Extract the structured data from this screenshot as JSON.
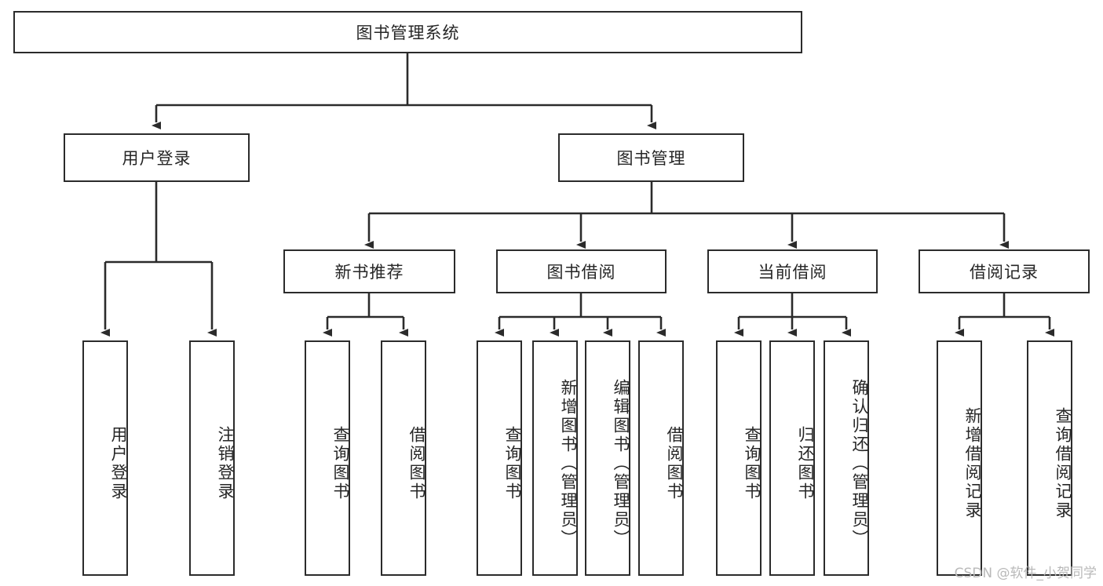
{
  "diagram": {
    "title": "图书管理系统",
    "type": "tree-hierarchy",
    "stroke_color": "#2b2b2b",
    "fill_color": "#ffffff",
    "text_color": "#262626",
    "root": {
      "label": "图书管理系统"
    },
    "level2": [
      {
        "label": "用户登录"
      },
      {
        "label": "图书管理"
      }
    ],
    "level3": [
      {
        "label": "新书推荐"
      },
      {
        "label": "图书借阅"
      },
      {
        "label": "当前借阅"
      },
      {
        "label": "借阅记录"
      }
    ],
    "leaves": {
      "user_login": [
        {
          "label": "用户登录"
        },
        {
          "label": "注销登录"
        }
      ],
      "new_book_recommend": [
        {
          "label": "查询图书"
        },
        {
          "label": "借阅图书"
        }
      ],
      "book_borrow": [
        {
          "label": "查询图书"
        },
        {
          "label": "新增图书（管理员）"
        },
        {
          "label": "编辑图书（管理员）"
        },
        {
          "label": "借阅图书"
        }
      ],
      "current_borrow": [
        {
          "label": "查询图书"
        },
        {
          "label": "归还图书"
        },
        {
          "label": "确认归还（管理员）"
        }
      ],
      "borrow_record": [
        {
          "label": "新增借阅记录"
        },
        {
          "label": "查询借阅记录"
        }
      ]
    }
  },
  "watermark": {
    "text": "CSDN @软件_小贺同学"
  }
}
